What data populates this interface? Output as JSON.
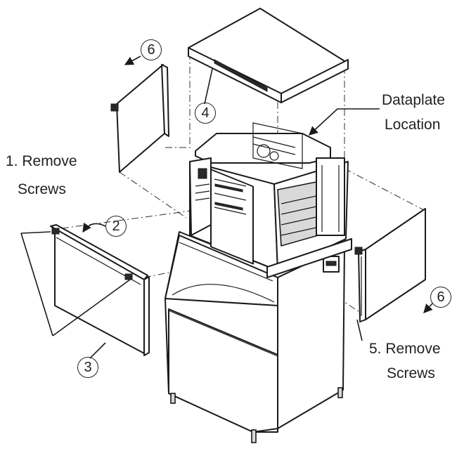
{
  "labels": {
    "remove_screws_1_line1": "1. Remove",
    "remove_screws_1_line2": "Screws",
    "dataplate_line1": "Dataplate",
    "dataplate_line2": "Location",
    "remove_screws_5_line1": "5. Remove",
    "remove_screws_5_line2": "Screws"
  },
  "callouts": {
    "front_panel_top": "2",
    "front_panel": "3",
    "top_panel": "4",
    "side_panel_left": "6",
    "side_panel_right": "6"
  },
  "colors": {
    "line": "#1a1a1a",
    "panel_fill": "#ffffff",
    "shade": "#d9d9d9"
  }
}
